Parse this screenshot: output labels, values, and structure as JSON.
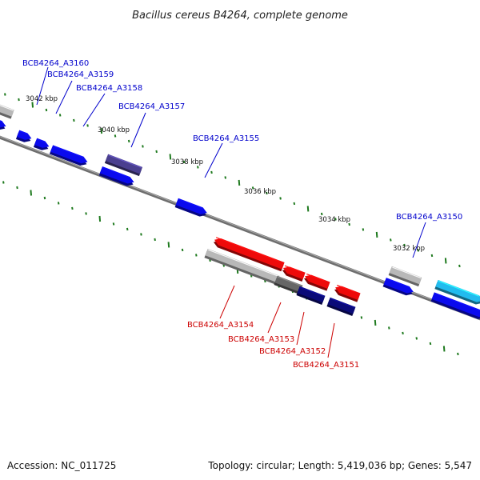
{
  "title": "Bacillus cereus B4264, complete genome",
  "footer": {
    "accession": "Accession: NC_011725",
    "info": "Topology: circular; Length: 5,419,036 bp; Genes: 5,547"
  },
  "colors": {
    "forward_label": "#0000cc",
    "reverse_label": "#cc0000",
    "backbone": "#6e6e6e",
    "tick": "#1f7a1f",
    "forward_gene": "#0a0aee",
    "reverse_gene": "#ee0a0a",
    "pseudo_gene": "#b8b8b8",
    "dark_slate_gene": "#4a3f8f",
    "navy_gene": "#0a0a78",
    "cyan_gene": "#22bbee",
    "dark_gray_gene": "#666666"
  },
  "scale_labels": [
    "3042 kbp",
    "3040 kbp",
    "3038 kbp",
    "3036 kbp",
    "3034 kbp",
    "3032 kbp"
  ],
  "gene_labels": {
    "forward": [
      "BCB4264_A3160",
      "BCB4264_A3159",
      "BCB4264_A3158",
      "BCB4264_A3157",
      "BCB4264_A3155",
      "BCB4264_A3150"
    ],
    "reverse": [
      "BCB4264_A3154",
      "BCB4264_A3153",
      "BCB4264_A3152",
      "BCB4264_A3151"
    ]
  }
}
